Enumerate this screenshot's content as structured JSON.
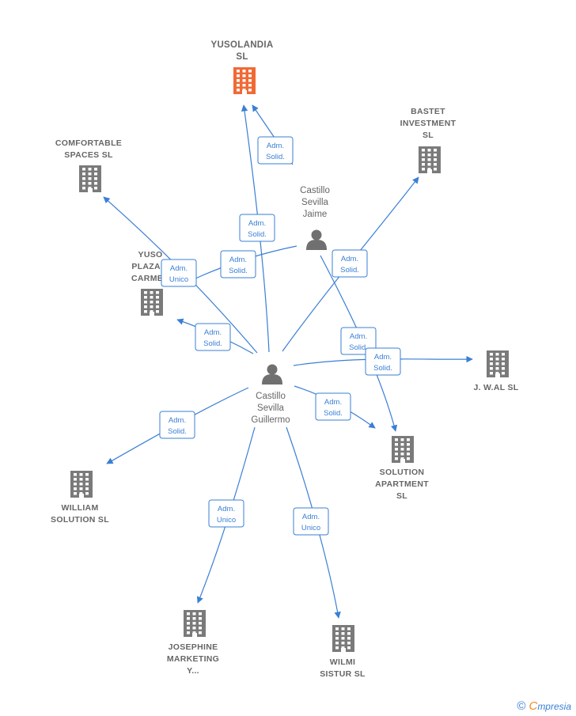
{
  "colors": {
    "edge": "#3a7fd5",
    "company": "#7a7a7a",
    "company_highlight": "#f06a35",
    "person": "#707070",
    "label": "#666666"
  },
  "nodes": [
    {
      "id": "yusolandia",
      "type": "company",
      "highlight": true,
      "lines": [
        "YUSOLANDIA",
        "SL"
      ]
    },
    {
      "id": "bastet",
      "type": "company",
      "lines": [
        "BASTET",
        "INVESTMENT",
        "SL"
      ]
    },
    {
      "id": "comfortable",
      "type": "company",
      "lines": [
        "COMFORTABLE",
        "SPACES  SL"
      ]
    },
    {
      "id": "yuso",
      "type": "company",
      "lines": [
        "YUSO",
        "PLAZA D",
        "CARMEN"
      ]
    },
    {
      "id": "jwal",
      "type": "company",
      "lines": [
        "J. W.AL  SL"
      ]
    },
    {
      "id": "solution",
      "type": "company",
      "lines": [
        "SOLUTION",
        "APARTMENT",
        "SL"
      ]
    },
    {
      "id": "william",
      "type": "company",
      "lines": [
        "WILLIAM",
        "SOLUTION  SL"
      ]
    },
    {
      "id": "josephine",
      "type": "company",
      "lines": [
        "JOSEPHINE",
        "MARKETING",
        "Y..."
      ]
    },
    {
      "id": "wilmi",
      "type": "company",
      "lines": [
        "WILMI",
        "SISTUR  SL"
      ]
    },
    {
      "id": "jaime",
      "type": "person",
      "lines": [
        "Castillo",
        "Sevilla",
        "Jaime"
      ]
    },
    {
      "id": "guillermo",
      "type": "person",
      "lines": [
        "Castillo",
        "Sevilla",
        "Guillermo"
      ]
    }
  ],
  "edges": [
    {
      "from": "jaime",
      "to": "yusolandia",
      "label": [
        "Adm.",
        "Solid."
      ]
    },
    {
      "from": "jaime",
      "to": "yuso",
      "label": [
        "Adm.",
        "Solid."
      ]
    },
    {
      "from": "jaime",
      "to": "solution",
      "label": [
        "Adm.",
        "Solid."
      ]
    },
    {
      "from": "guillermo",
      "to": "yusolandia",
      "label": [
        "Adm.",
        "Solid."
      ]
    },
    {
      "from": "guillermo",
      "to": "comfortable",
      "label": [
        "Adm.",
        "Unico"
      ]
    },
    {
      "from": "guillermo",
      "to": "yuso",
      "label": [
        "Adm.",
        "Solid."
      ]
    },
    {
      "from": "guillermo",
      "to": "bastet",
      "label": [
        "Adm.",
        "Solid."
      ]
    },
    {
      "from": "guillermo",
      "to": "jwal",
      "label": [
        "Adm.",
        "Solid."
      ]
    },
    {
      "from": "guillermo",
      "to": "solution",
      "label": [
        "Adm.",
        "Solid."
      ]
    },
    {
      "from": "guillermo",
      "to": "william",
      "label": [
        "Adm.",
        "Solid."
      ]
    },
    {
      "from": "guillermo",
      "to": "josephine",
      "label": [
        "Adm.",
        "Unico"
      ]
    },
    {
      "from": "guillermo",
      "to": "wilmi",
      "label": [
        "Adm.",
        "Unico"
      ]
    }
  ],
  "footer": {
    "copyright": "©",
    "brand_first": "C",
    "brand_rest": "mpresia"
  }
}
